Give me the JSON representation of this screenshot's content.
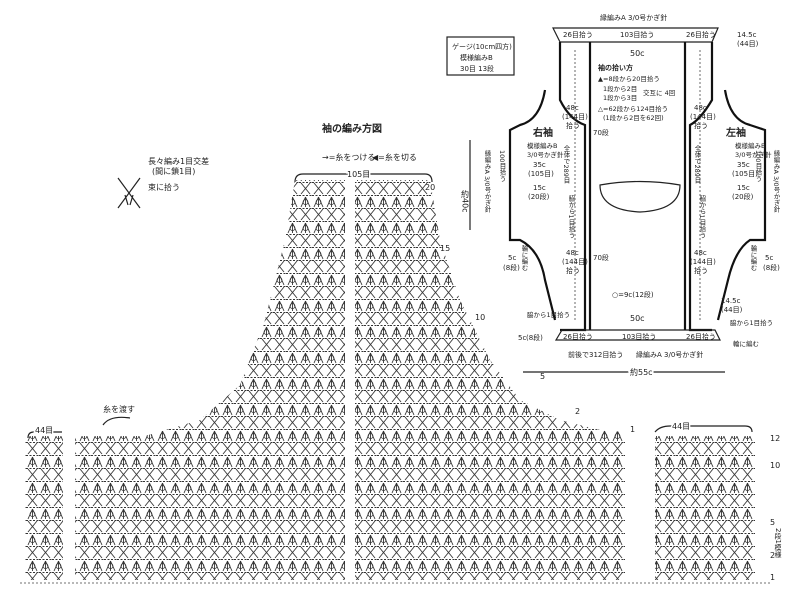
{
  "chart_title": "袖の編み方図",
  "legend": {
    "join": "→=糸をつける",
    "cut": "◀=糸を切る",
    "stitch_name": "長々編み1目交差",
    "stitch_note": "(間に鎖1目)",
    "bundle_note": "束に拾う"
  },
  "sleeve_chart": {
    "top_count": "105目",
    "left_count": "44目",
    "right_count": "44目",
    "pass_yarn": "糸を渡す",
    "height": "約40c",
    "row_labels": [
      "20",
      "15",
      "10",
      "5",
      "2",
      "1",
      "12",
      "10",
      "5",
      "2",
      "1"
    ],
    "repeat_note": "2段1模様"
  },
  "gauge": {
    "title": "ゲージ(10cm四方)",
    "pattern": "模様編みB",
    "values": "30目 13段"
  },
  "schematic": {
    "top_border": "縁編みA 3/0号かぎ針",
    "top_left_pick": "26目拾う",
    "top_center_pick": "103目拾う",
    "top_right_pick": "26目拾う",
    "top_width": "50c",
    "decrease_title": "袖の拾い方",
    "decrease_1": "▲=8段から20目拾う",
    "decrease_2": "1段から2目",
    "decrease_3": "1段から3目",
    "decrease_4": "交互に 4回",
    "decrease_5": "△=62段から124目拾う",
    "decrease_6": "(1段から2目を62回)",
    "left_48": "48c",
    "left_144": "(144目)",
    "left_pick": "拾う",
    "rows_70": "70段",
    "right_48": "48c",
    "right_144": "(144目)",
    "right_pick": "拾う",
    "right_sleeve": "右袖",
    "left_sleeve": "左袖",
    "sleeve_pattern": "模様編みB",
    "sleeve_hook": "3/0号かぎ針",
    "sleeve_35": "35c",
    "sleeve_105": "(105目)",
    "sleeve_15": "15c",
    "sleeve_20": "(20段)",
    "total_289": "全体で289目",
    "side_pick": "脇から1目拾う",
    "border_a_side": "縁編みA 3/0号かぎ針",
    "pick_100": "100目拾う",
    "ring": "輪に編む",
    "c5": "5c",
    "r8": "(8段)",
    "shoulder_145": "14.5c",
    "shoulder_44": "(44目)",
    "circle_note": "○=9c(12段)",
    "bottom_width": "50c",
    "bottom_pick": "103目拾う",
    "bottom_left_pick": "26目拾う",
    "bottom_right_pick": "26目拾う",
    "bottom_total": "前後で312目拾う",
    "bottom_border": "縁編みA 3/0号かぎ針",
    "overall": "約55c"
  }
}
